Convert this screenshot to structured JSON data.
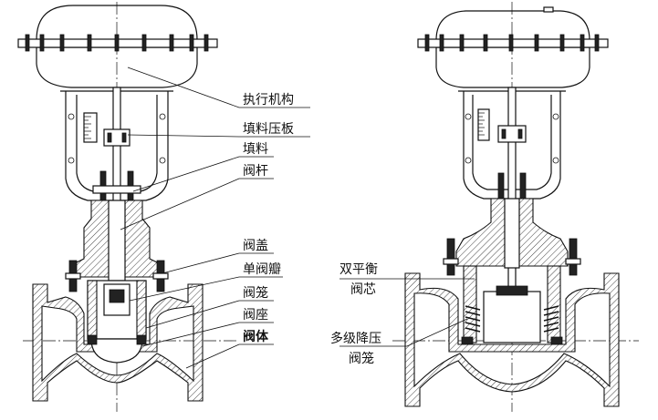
{
  "left_diagram": {
    "labels": {
      "actuator": "执行机构",
      "packing_gland": "填料压板",
      "packing": "填料",
      "stem": "阀杆",
      "bonnet": "阀盖",
      "single_plug": "单阀瓣",
      "cage": "阀笼",
      "seat": "阀座",
      "body": "阀体"
    }
  },
  "right_diagram": {
    "labels": {
      "balanced_plug_line1": "双平衡",
      "balanced_plug_line2": "阀芯",
      "multi_stage_cage_line1": "多级降压",
      "multi_stage_cage_line2": "阀笼"
    }
  }
}
